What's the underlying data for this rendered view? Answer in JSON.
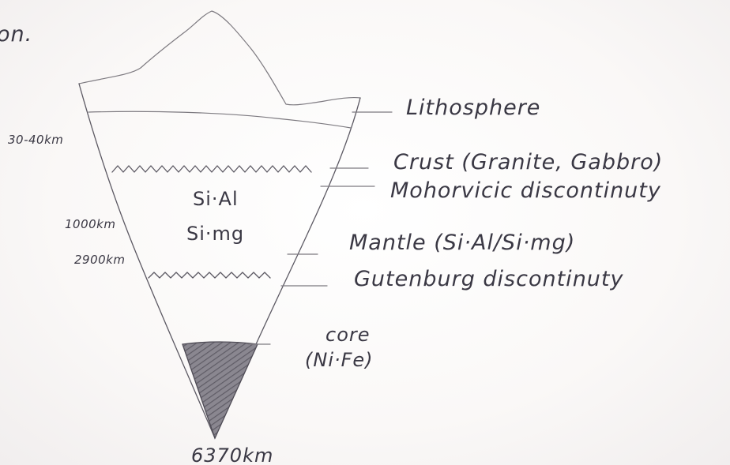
{
  "top_fragment": "on.",
  "depths": {
    "crust_depth": "30-40km",
    "mantle_upper": "1000km",
    "mantle_lower": "2900km",
    "center": "6370km"
  },
  "inner_labels": {
    "sial": "Si·Al",
    "sima": "Si·mg"
  },
  "annotations": {
    "lithosphere": "Lithosphere",
    "crust": "Crust (Granite, Gabbro)",
    "moho": "Mohorvicic discontinuty",
    "mantle": "Mantle (Si·Al/Si·mg)",
    "gutenberg": "Gutenburg discontinuty",
    "core": "core",
    "core_composition": "(Ni·Fe)"
  }
}
